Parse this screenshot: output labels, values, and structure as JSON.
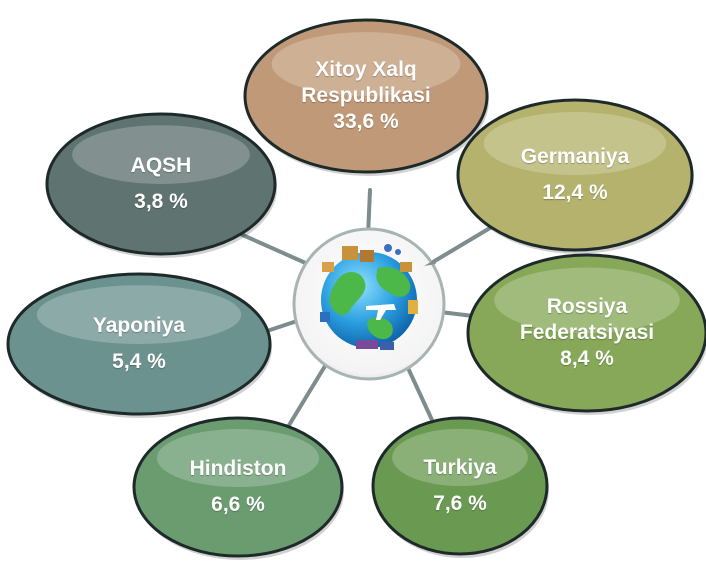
{
  "center": {
    "icon": "globe-logistics-icon"
  },
  "nodes": [
    {
      "key": "china",
      "lines": [
        "Xitoy Xalq",
        "Respublikasi"
      ],
      "value": "33,6 %",
      "color": "#c09a78"
    },
    {
      "key": "germany",
      "lines": [
        "Germaniya"
      ],
      "value": "12,4 %",
      "color": "#b4b26c"
    },
    {
      "key": "russia",
      "lines": [
        "Rossiya",
        "Federatsiyasi"
      ],
      "value": "8,4 %",
      "color": "#86a858"
    },
    {
      "key": "turkey",
      "lines": [
        "Turkiya"
      ],
      "value": "7,6 %",
      "color": "#6a9a52"
    },
    {
      "key": "india",
      "lines": [
        "Hindiston"
      ],
      "value": "6,6 %",
      "color": "#6a9c70"
    },
    {
      "key": "japan",
      "lines": [
        "Yaponiya"
      ],
      "value": "5,4 %",
      "color": "#6c9290"
    },
    {
      "key": "usa",
      "lines": [
        "AQSH"
      ],
      "value": "3,8 %",
      "color": "#5f7370"
    }
  ]
}
